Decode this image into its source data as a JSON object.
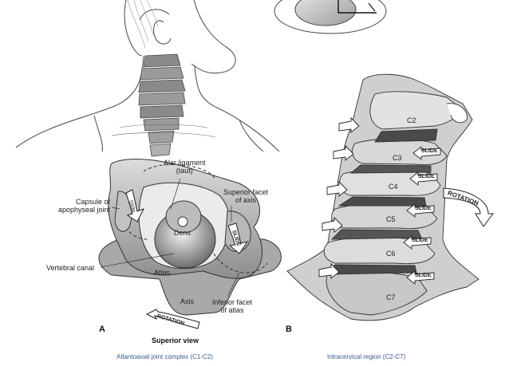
{
  "panels": {
    "a": {
      "letter": "A",
      "view_title": "Superior view",
      "caption": "Atlantoaxial joint complex (C1-C2)",
      "labels": {
        "alar_ligament": "Alar ligament",
        "alar_ligament_sub": "(taut)",
        "capsule": "Capsule of",
        "capsule_sub": "apophyseal joint",
        "superior_facet": "Superior facet",
        "superior_facet_sub": "of axis",
        "dens": "Dens",
        "vertebral_canal": "Vertebral canal",
        "atlas": "Atlas",
        "axis": "Axis",
        "inferior_facet": "Inferior facet",
        "inferior_facet_sub": "of atlas"
      },
      "arrows": {
        "slide_left": "Slide",
        "slide_right": "SLIDE",
        "rotation": "ROTATION"
      }
    },
    "b": {
      "letter": "B",
      "caption": "Intracervical region (C2-C7)",
      "levels": [
        "C2",
        "C3",
        "C4",
        "C5",
        "C6",
        "C7"
      ],
      "slide_label": "SLIDE",
      "rotation_label": "ROTATION"
    }
  }
}
